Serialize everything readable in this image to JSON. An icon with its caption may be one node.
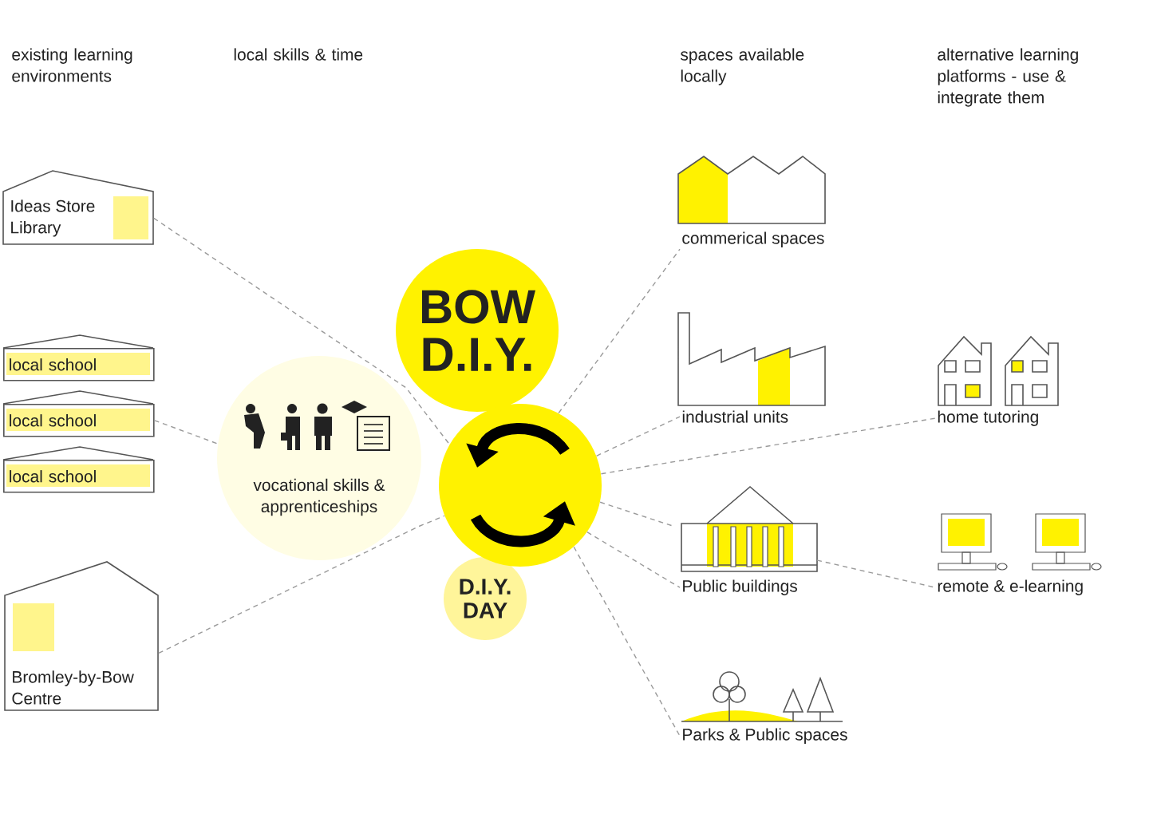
{
  "diagram": {
    "nodes": [
      {
        "text": [
          "Ideas Store Library"
        ]
      },
      {
        "text": [
          "local school"
        ]
      },
      {
        "text": [
          "local school"
        ]
      },
      {
        "text": [
          "local school"
        ]
      },
      {
        "text": [
          "Bromley-by-Bow Centre"
        ]
      },
      {
        "text": [
          "vocational skills & apprenticeships"
        ]
      },
      {
        "text": [
          "BOW D.I.Y."
        ]
      },
      {
        "text": [],
        "shape": "circle"
      },
      {
        "text": [
          "D.I.Y. DAY"
        ]
      },
      {
        "text": [
          "commerical spaces"
        ]
      },
      {
        "text": [
          "industrial units"
        ]
      },
      {
        "text": [
          "home tutoring"
        ]
      },
      {
        "text": [
          "Public buildings"
        ]
      },
      {
        "text": [
          "remote & e-learning"
        ]
      },
      {
        "text": [
          "Parks & Public spaces"
        ]
      }
    ],
    "edges": [
      {
        "from": 0,
        "to": 7,
        "arrow": "none",
        "style": "dashed"
      },
      {
        "from": 2,
        "to": 5,
        "arrow": "none",
        "style": "dashed"
      },
      {
        "from": 4,
        "to": 7,
        "arrow": "none",
        "style": "dashed"
      },
      {
        "from": 7,
        "to": 9,
        "arrow": "none",
        "style": "dashed"
      },
      {
        "from": 7,
        "to": 10,
        "arrow": "none",
        "style": "dashed"
      },
      {
        "from": 7,
        "to": 11,
        "arrow": "none",
        "style": "dashed"
      },
      {
        "from": 7,
        "to": 12,
        "arrow": "none",
        "style": "dashed"
      },
      {
        "from": 7,
        "to": 12,
        "arrow": "none",
        "style": "dashed"
      },
      {
        "from": 7,
        "to": 14,
        "arrow": "none",
        "style": "dashed"
      },
      {
        "from": 12,
        "to": 13,
        "arrow": "none",
        "style": "dashed"
      }
    ],
    "labels": [
      "existing learning environments",
      "local skills & time",
      "spaces available locally",
      "alternative learning platforms - use & integrate them"
    ]
  }
}
